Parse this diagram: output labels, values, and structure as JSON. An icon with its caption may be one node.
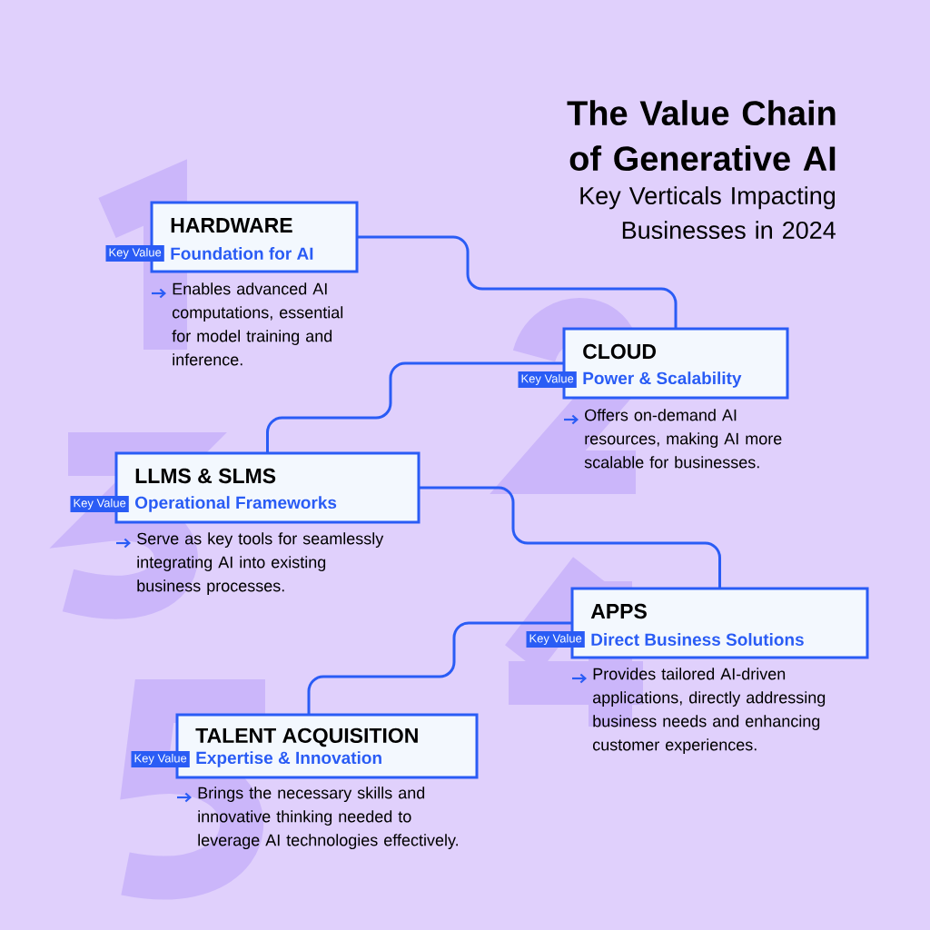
{
  "diagram": {
    "title": "The Value Chain of Generative AI",
    "nodes": [
      {
        "text": [
          "HARDWARE",
          "Foundation for AI"
        ],
        "beside": [
          "Key Value",
          "Enables advanced AI computations, essential for model training and inference."
        ]
      },
      {
        "text": [
          "CLOUD",
          "Power & Scalability"
        ],
        "beside": [
          "Key Value",
          "Offers on-demand AI resources, making AI more scalable for businesses."
        ]
      },
      {
        "text": [
          "LLMS & SLMS",
          "Operational Frameworks"
        ],
        "beside": [
          "Key Value",
          "Serve as key tools for seamlessly integrating AI into existing business processes."
        ]
      },
      {
        "text": [
          "APPS",
          "Direct Business Solutions"
        ],
        "beside": [
          "Key Value",
          "Provides tailored AI-driven applications, directly addressing business needs and enhancing customer experiences."
        ]
      },
      {
        "text": [
          "TALENT ACQUISITION",
          "Expertise & Innovation"
        ],
        "beside": [
          "Key Value",
          "Brings the necessary skills and innovative thinking needed to leverage AI technologies effectively."
        ]
      }
    ],
    "edges": [
      {
        "from": 0,
        "to": 1,
        "arrow": "none"
      },
      {
        "from": 1,
        "to": 2,
        "arrow": "none"
      },
      {
        "from": 2,
        "to": 3,
        "arrow": "none"
      },
      {
        "from": 3,
        "to": 4,
        "arrow": "none"
      }
    ],
    "labels": [
      "Key Verticals Impacting Businesses in 2024"
    ]
  }
}
